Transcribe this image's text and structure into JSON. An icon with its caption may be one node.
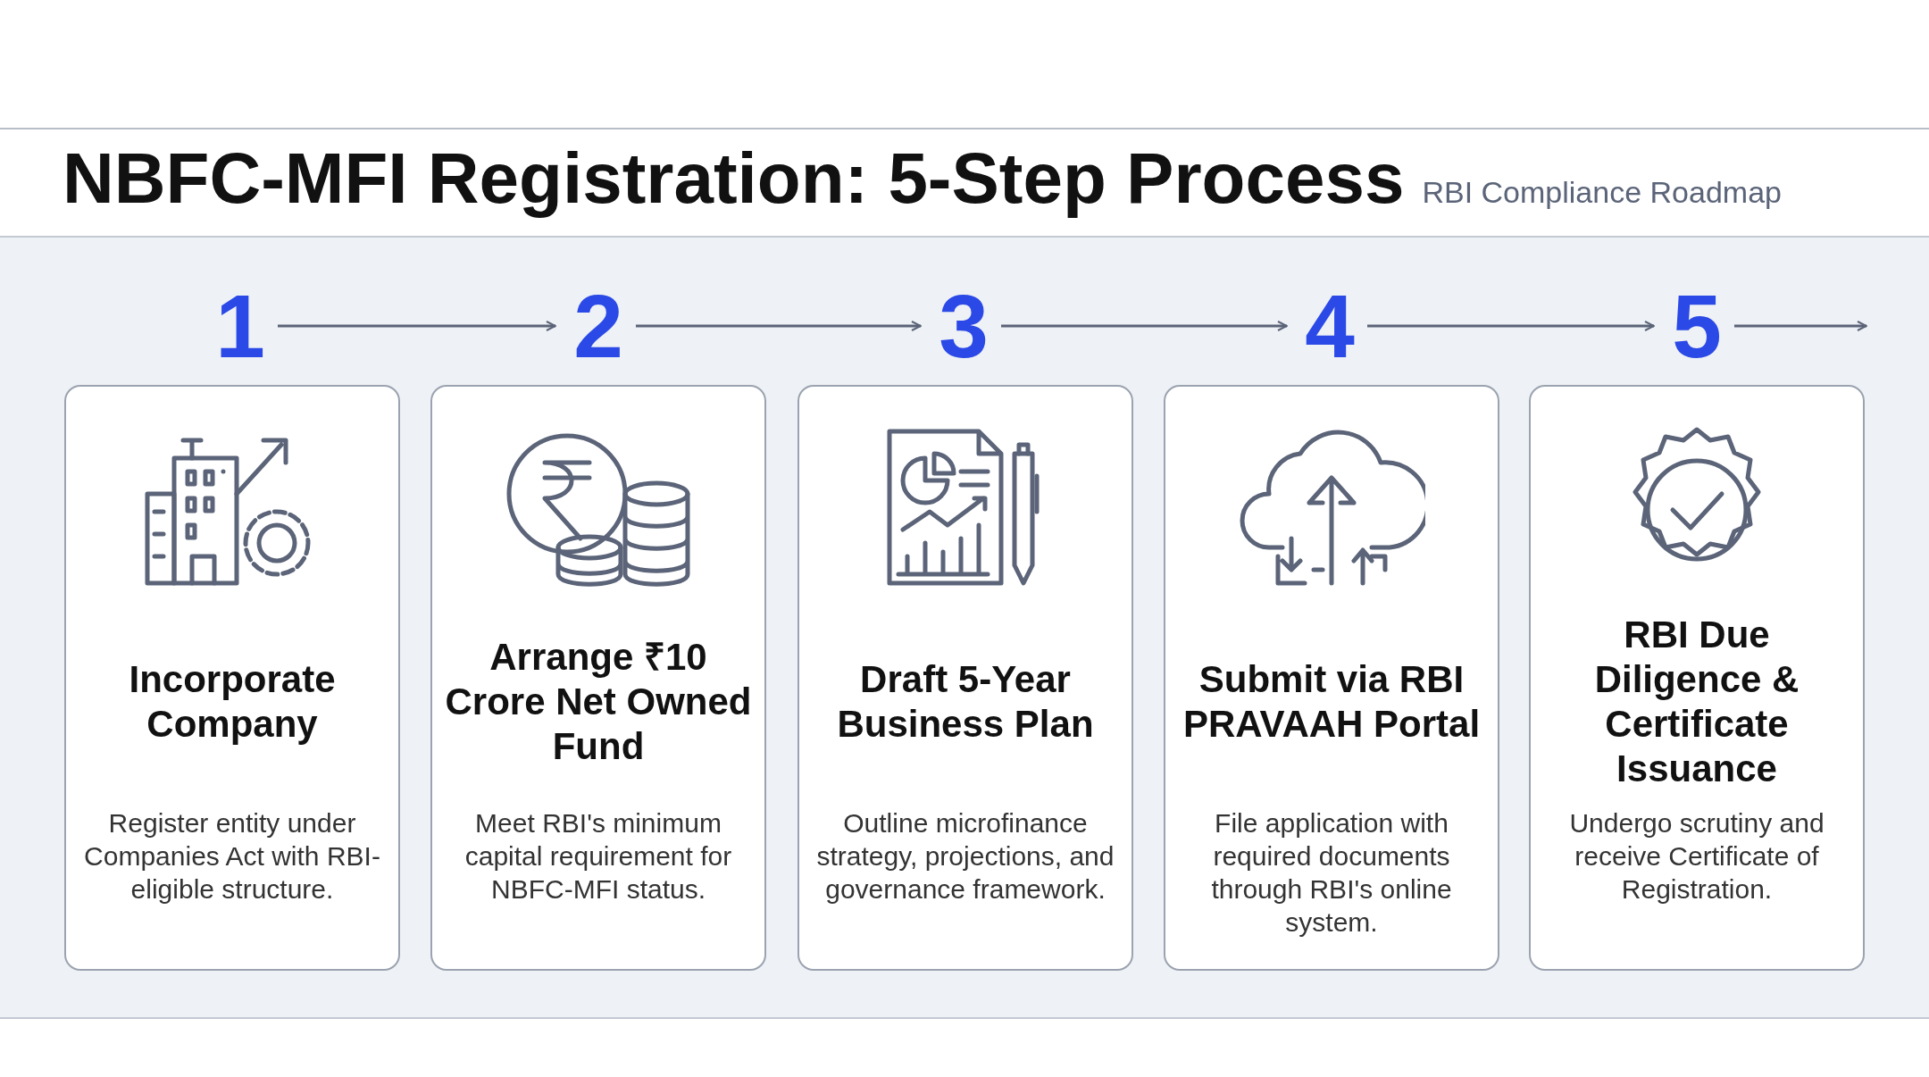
{
  "diagram": {
    "title": "NBFC-MFI Registration: 5-Step Process",
    "nodes": [
      {
        "text": [
          "1"
        ]
      },
      {
        "text": [
          "2"
        ]
      },
      {
        "text": [
          "3"
        ]
      },
      {
        "text": [
          "4"
        ]
      },
      {
        "text": [
          "5"
        ]
      },
      {
        "text": [
          "Incorporate Company",
          "Register entity under Companies Act with RBI-eligible structure."
        ]
      },
      {
        "text": [
          "Arrange ₹10 Crore Net Owned Fund",
          "Meet RBI's minimum capital requirement for NBFC-MFI status."
        ]
      },
      {
        "text": [
          "Draft 5-Year Business Plan",
          "Outline microfinance strategy, projections, and governance framework."
        ]
      },
      {
        "text": [
          "Submit via RBI PRAVAAH Portal",
          "File application with required documents through RBI's online system."
        ]
      },
      {
        "text": [
          "RBI Due Diligence & Certificate Issuance",
          "Undergo scrutiny and receive Certificate of Registration."
        ]
      }
    ],
    "edges": [
      {
        "from": 0,
        "to": 1,
        "arrow": "to"
      },
      {
        "from": 1,
        "to": 2,
        "arrow": "to"
      },
      {
        "from": 2,
        "to": 3,
        "arrow": "to"
      },
      {
        "from": 3,
        "to": 4,
        "arrow": "to"
      },
      {
        "from": 4,
        "to": null,
        "arrow": "to"
      }
    ],
    "labels": [
      "RBI Compliance Roadmap"
    ]
  }
}
